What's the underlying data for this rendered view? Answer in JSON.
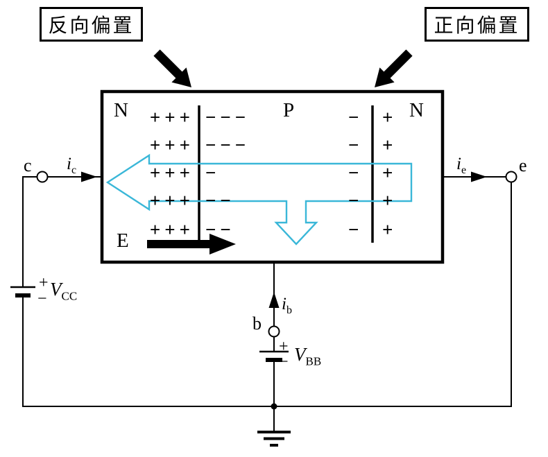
{
  "bias_labels": {
    "left": "反向偏置",
    "right": "正向偏置"
  },
  "regions": {
    "left": "N",
    "middle": "P",
    "right": "N"
  },
  "field": {
    "label": "E"
  },
  "charges": {
    "left_plus": [
      "+++",
      "+++",
      "+++",
      "+++",
      "+++"
    ],
    "left_minus": [
      "−−−",
      "−−−",
      "−",
      "−−",
      "−−"
    ],
    "right_minus": [
      "−",
      "−",
      "−",
      "−",
      "−"
    ],
    "right_plus": [
      "+",
      "+",
      "+",
      "+",
      "+"
    ]
  },
  "terminals": {
    "collector": "c",
    "emitter": "e",
    "base": "b"
  },
  "currents": {
    "collector": {
      "base": "i",
      "sub": "c"
    },
    "emitter": {
      "base": "i",
      "sub": "e"
    },
    "base": {
      "base": "i",
      "sub": "b"
    }
  },
  "sources": {
    "vcc": {
      "plus": "+",
      "minus": "−",
      "name": "V",
      "sub": "CC"
    },
    "vbb": {
      "plus": "+",
      "minus": "−",
      "name": "V",
      "sub": "BB"
    }
  },
  "colors": {
    "ink": "#000000",
    "flow": "#3ab7d8"
  }
}
